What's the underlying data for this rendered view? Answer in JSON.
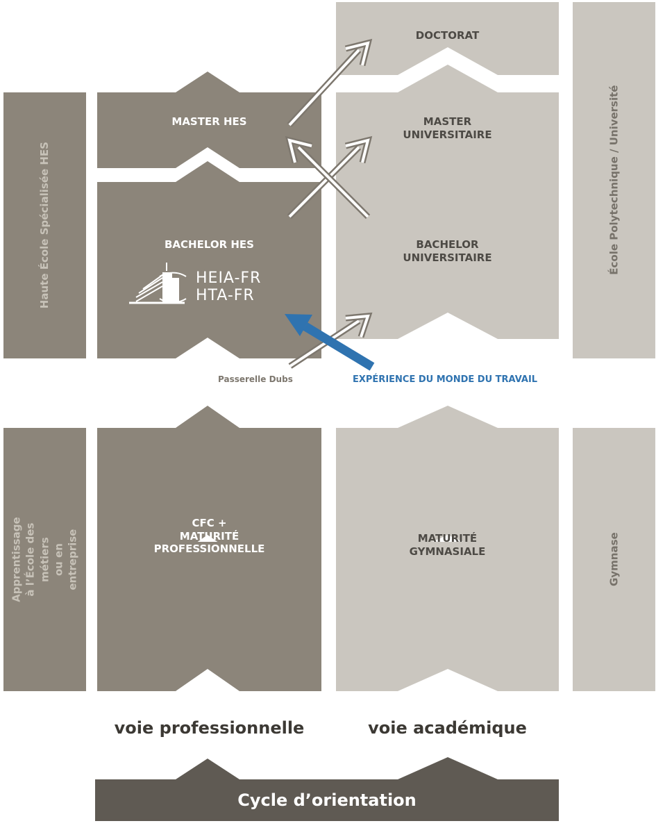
{
  "blocks": {
    "doctorat": "DOCTORAT",
    "master_hes": "MASTER HES",
    "master_uni": "MASTER\nUNIVERSITAIRE",
    "bachelor_hes": "BACHELOR HES",
    "bachelor_uni": "BACHELOR\nUNIVERSITAIRE",
    "cfc": "CFC +\nMATURITÉ\nPROFESSIONNELLE",
    "maturite_gym": "MATURITÉ\nGYMNASIALE"
  },
  "side_labels": {
    "hes": "Haute École Spécialisée HES",
    "epfl_uni": "École Polytechnique / Université",
    "apprentissage": "Apprentissage à l’École des métiers\nou en entreprise",
    "gymnase": "Gymnase"
  },
  "logo": {
    "line1": "HEIA-FR",
    "line2": "HTA-FR"
  },
  "annotations": {
    "passerelle": "Passerelle Dubs",
    "experience": "EXPÉRIENCE DU MONDE DU TRAVAIL"
  },
  "paths": {
    "professional": "voie professionnelle",
    "academic": "voie académique"
  },
  "cycle": "Cycle d’orientation",
  "colors": {
    "dark_block": "#8c857a",
    "light_block": "#cac6bf",
    "cycle_block": "#5f5a53",
    "accent_blue": "#2f73b0"
  }
}
